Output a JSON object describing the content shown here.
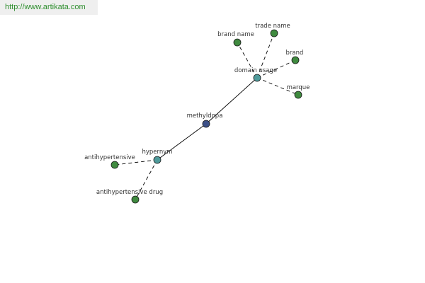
{
  "banner": {
    "url_text": "http://www.artikata.com"
  },
  "colors": {
    "center_node": "#3b4f86",
    "hub_node": "#4e9a9a",
    "leaf_node": "#3f8a3f",
    "edge": "#000000"
  },
  "graph": {
    "nodes": [
      {
        "id": "methyldopa",
        "label": "methyldopa",
        "kind": "center"
      },
      {
        "id": "domain_usage",
        "label": "domain usage",
        "kind": "hub"
      },
      {
        "id": "hypernym",
        "label": "hypernym",
        "kind": "hub"
      },
      {
        "id": "brand_name",
        "label": "brand name",
        "kind": "leaf"
      },
      {
        "id": "trade_name",
        "label": "trade name",
        "kind": "leaf"
      },
      {
        "id": "brand",
        "label": "brand",
        "kind": "leaf"
      },
      {
        "id": "marque",
        "label": "marque",
        "kind": "leaf"
      },
      {
        "id": "antihypertensive",
        "label": "antihypertensive",
        "kind": "leaf"
      },
      {
        "id": "antihypertensive_drug",
        "label": "antihypertensive drug",
        "kind": "leaf"
      }
    ],
    "edges": [
      {
        "from": "methyldopa",
        "to": "domain_usage",
        "style": "solid"
      },
      {
        "from": "methyldopa",
        "to": "hypernym",
        "style": "solid"
      },
      {
        "from": "domain_usage",
        "to": "brand_name",
        "style": "dashed"
      },
      {
        "from": "domain_usage",
        "to": "trade_name",
        "style": "dashed"
      },
      {
        "from": "domain_usage",
        "to": "brand",
        "style": "dashed"
      },
      {
        "from": "domain_usage",
        "to": "marque",
        "style": "dashed"
      },
      {
        "from": "hypernym",
        "to": "antihypertensive",
        "style": "dashed"
      },
      {
        "from": "hypernym",
        "to": "antihypertensive_drug",
        "style": "dashed"
      }
    ]
  }
}
